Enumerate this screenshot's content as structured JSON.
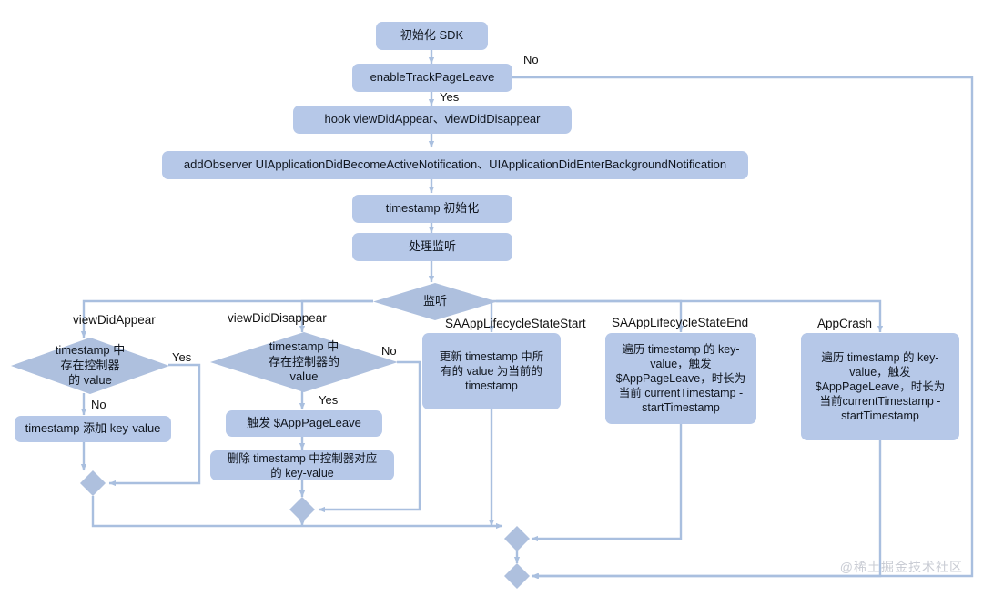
{
  "diagram": {
    "title": "SDK Track Page Leave Flowchart",
    "colors": {
      "node_fill": "#b6c8e8",
      "diamond_fill": "#aec0de",
      "line": "#a9bfdf",
      "background": "#ffffff",
      "text": "#10161f"
    },
    "watermark": "@稀土掘金技术社区"
  },
  "nodes": {
    "init_sdk": {
      "label": "初始化 SDK"
    },
    "enable_track": {
      "label": "enableTrackPageLeave"
    },
    "hook": {
      "label": "hook viewDidAppear、viewDidDisappear"
    },
    "add_observer": {
      "label": "addObserver UIApplicationDidBecomeActiveNotification、UIApplicationDidEnterBackgroundNotification"
    },
    "timestamp_init": {
      "label": "timestamp 初始化"
    },
    "handle_listen": {
      "label": "处理监听"
    },
    "listen_diamond": {
      "label": "监听"
    },
    "d_appear": {
      "label": "timestamp 中\n存在控制器\n的 value"
    },
    "d_disappear": {
      "label": "timestamp 中\n存在控制器的\nvalue"
    },
    "add_kv": {
      "label": "timestamp 添加 key-value"
    },
    "trigger_leave": {
      "label": "触发 $AppPageLeave"
    },
    "remove_kv": {
      "label": "删除 timestamp 中控制器对应\n的 key-value"
    },
    "state_start": {
      "label": "更新 timestamp 中所\n有的 value 为当前的\ntimestamp"
    },
    "state_end": {
      "label": "遍历 timestamp 的 key-\nvalue，触发\n$AppPageLeave，时长为\n当前 currentTimestamp -\nstartTimestamp"
    },
    "app_crash": {
      "label": "遍历 timestamp 的 key-\nvalue，触发\n$AppPageLeave，时长为\n当前currentTimestamp -\nstartTimestamp"
    }
  },
  "branch_labels": {
    "view_did_appear": "viewDidAppear",
    "view_did_disappear": "viewDidDisappear",
    "state_start": "SAAppLifecycleStateStart",
    "state_end": "SAAppLifecycleStateEnd",
    "app_crash": "AppCrash"
  },
  "edge_labels": {
    "enable_no": "No",
    "enable_yes": "Yes",
    "appear_yes": "Yes",
    "appear_no": "No",
    "disappear_no": "No",
    "disappear_yes": "Yes"
  }
}
